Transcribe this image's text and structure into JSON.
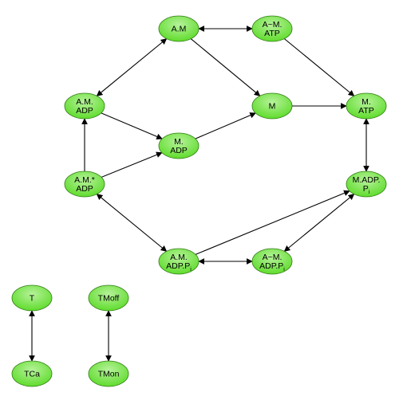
{
  "colors": {
    "node_fill_light": "#b6f29a",
    "node_fill": "#5fdc2c",
    "node_stroke": "#2f7a12",
    "edge": "#000000"
  },
  "nodes": [
    {
      "id": "AM",
      "lines": [
        "A.M"
      ]
    },
    {
      "id": "AtildeM_ATP",
      "lines": [
        "A~M.",
        "ATP"
      ]
    },
    {
      "id": "AM_ADP",
      "lines": [
        "A.M.",
        "ADP"
      ]
    },
    {
      "id": "M",
      "lines": [
        "M"
      ]
    },
    {
      "id": "M_ATP",
      "lines": [
        "M.",
        "ATP"
      ]
    },
    {
      "id": "M_ADP",
      "lines": [
        "M.",
        "ADP"
      ]
    },
    {
      "id": "AMstar_ADP",
      "lines": [
        "A.M.*",
        "ADP"
      ]
    },
    {
      "id": "M_ADP_Pi",
      "lines": [
        "M.ADP.",
        "P"
      ],
      "subscript": "i"
    },
    {
      "id": "AM_ADP_Pi",
      "lines": [
        "A.M.",
        "ADP.P"
      ],
      "subscript": "i"
    },
    {
      "id": "AtildeM_ADP_Pi",
      "lines": [
        "A~M.",
        "ADP.P"
      ],
      "subscript": "i"
    },
    {
      "id": "T",
      "lines": [
        "T"
      ]
    },
    {
      "id": "TMoff",
      "lines": [
        "TMoff"
      ]
    },
    {
      "id": "TCa",
      "lines": [
        "TCa"
      ]
    },
    {
      "id": "TMon",
      "lines": [
        "TMon"
      ]
    }
  ],
  "edges": [
    {
      "from": "AM",
      "to": "AtildeM_ATP",
      "direction": "both"
    },
    {
      "from": "AM",
      "to": "AM_ADP",
      "direction": "both"
    },
    {
      "from": "AM",
      "to": "M",
      "direction": "forward"
    },
    {
      "from": "AtildeM_ATP",
      "to": "M_ATP",
      "direction": "forward"
    },
    {
      "from": "M",
      "to": "M_ATP",
      "direction": "forward"
    },
    {
      "from": "AM_ADP",
      "to": "M_ADP",
      "direction": "forward"
    },
    {
      "from": "M_ADP",
      "to": "M",
      "direction": "forward"
    },
    {
      "from": "AMstar_ADP",
      "to": "AM_ADP",
      "direction": "forward"
    },
    {
      "from": "AMstar_ADP",
      "to": "M_ADP",
      "direction": "forward"
    },
    {
      "from": "M_ATP",
      "to": "M_ADP_Pi",
      "direction": "both"
    },
    {
      "from": "AMstar_ADP",
      "to": "AM_ADP_Pi",
      "direction": "both"
    },
    {
      "from": "AM_ADP_Pi",
      "to": "M_ADP_Pi",
      "direction": "forward"
    },
    {
      "from": "AM_ADP_Pi",
      "to": "AtildeM_ADP_Pi",
      "direction": "both"
    },
    {
      "from": "AtildeM_ADP_Pi",
      "to": "M_ADP_Pi",
      "direction": "both"
    },
    {
      "from": "T",
      "to": "TCa",
      "direction": "both"
    },
    {
      "from": "TMoff",
      "to": "TMon",
      "direction": "both"
    }
  ]
}
